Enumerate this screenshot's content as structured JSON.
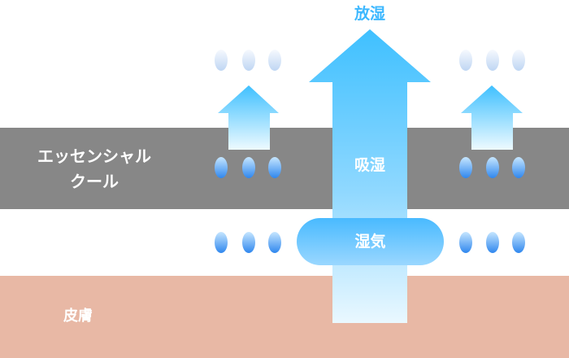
{
  "labels": {
    "fabric": "エッセンシャル\nクール",
    "skin": "皮膚",
    "release": "放湿",
    "absorb": "吸湿",
    "vapor": "湿気"
  },
  "colors": {
    "fabric": "#878787",
    "skin": "#e8b8a5",
    "arrow_top": "#3fc0ff",
    "arrow_bottom": "#eaf8ff",
    "droplet": "#2f87ee",
    "label_blue": "#3db8ff"
  }
}
